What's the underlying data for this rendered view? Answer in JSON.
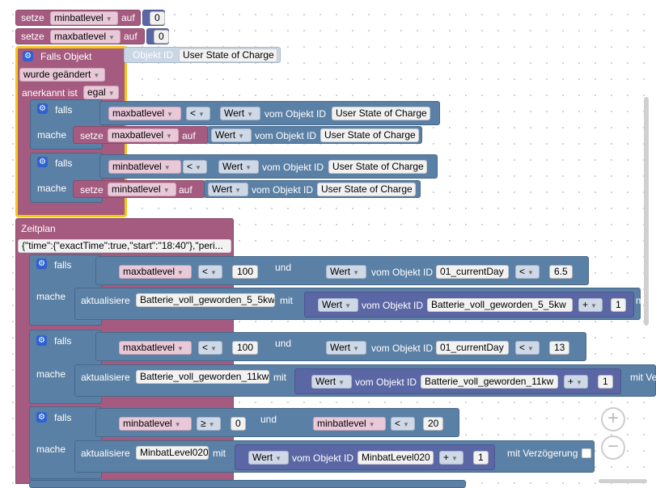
{
  "top": {
    "setze1": {
      "kw": "setze",
      "var": "minbatlevel",
      "auf": "auf",
      "val": "0"
    },
    "setze2": {
      "kw": "setze",
      "var": "maxbatlevel",
      "auf": "auf",
      "val": "0"
    }
  },
  "trigger": {
    "title": "Falls Objekt",
    "obj_label": "Objekt ID",
    "obj_value": "User State of Charge",
    "changed": "wurde geändert",
    "ack_label": "anerkannt ist",
    "ack_value": "egal",
    "ifs": [
      {
        "falls": "falls",
        "var": "maxbatlevel",
        "op": "<",
        "wert": "Wert",
        "vom": "vom Objekt ID",
        "obj": "User State of Charge",
        "mache": "mache",
        "setze": "setze",
        "svar": "maxbatlevel",
        "auf": "auf",
        "swert": "Wert",
        "svom": "vom Objekt ID",
        "sobj": "User State of Charge"
      },
      {
        "falls": "falls",
        "var": "minbatlevel",
        "op": "<",
        "wert": "Wert",
        "vom": "vom Objekt ID",
        "obj": "User State of Charge",
        "mache": "mache",
        "setze": "setze",
        "svar": "minbatlevel",
        "auf": "auf",
        "swert": "Wert",
        "svom": "vom Objekt ID",
        "sobj": "User State of Charge"
      }
    ]
  },
  "schedule": {
    "title": "Zeitplan",
    "spec": "{\"time\":{\"exactTime\":true,\"start\":\"18:40\"},\"peri...",
    "ifs": [
      {
        "falls": "falls",
        "var": "maxbatlevel",
        "op": "<",
        "num": "100",
        "und": "und",
        "wert": "Wert",
        "vom": "vom Objekt ID",
        "obj": "01_currentDay",
        "op2": "<",
        "num2": "6.5",
        "mache": "mache",
        "akt": "aktualisiere",
        "target": "Batterie_voll_geworden_5_5kw",
        "mit": "mit",
        "w2": "Wert",
        "vom2": "vom Objekt ID",
        "obj2": "Batterie_voll_geworden_5_5kw",
        "plus": "+",
        "inc": "1",
        "verz": "m"
      },
      {
        "falls": "falls",
        "var": "maxbatlevel",
        "op": "<",
        "num": "100",
        "und": "und",
        "wert": "Wert",
        "vom": "vom Objekt ID",
        "obj": "01_currentDay",
        "op2": "<",
        "num2": "13",
        "mache": "mache",
        "akt": "aktualisiere",
        "target": "Batterie_voll_geworden_11kw",
        "mit": "mit",
        "w2": "Wert",
        "vom2": "vom Objekt ID",
        "obj2": "Batterie_voll_geworden_11kw",
        "plus": "+",
        "inc": "1",
        "verz": "mit Ve"
      },
      {
        "falls": "falls",
        "var": "minbatlevel",
        "op": "≥",
        "num": "0",
        "und": "und",
        "var2": "minbatlevel",
        "op2": "<",
        "num2": "20",
        "mache": "mache",
        "akt": "aktualisiere",
        "target": "MinbatLevel020",
        "mit": "mit",
        "w2": "Wert",
        "vom2": "vom Objekt ID",
        "obj2": "MinbatLevel020",
        "plus": "+",
        "inc": "1",
        "verz": "mit Verzögerung"
      }
    ]
  },
  "controls": {
    "zoom_in": "+",
    "zoom_out": "−",
    "gear": "⚙"
  },
  "colors": {
    "variable": "#a55b80",
    "logic": "#5b80a5",
    "math": "#5b67a5",
    "gear": "#2e62d0",
    "trigger_outline": "#f5c518"
  }
}
